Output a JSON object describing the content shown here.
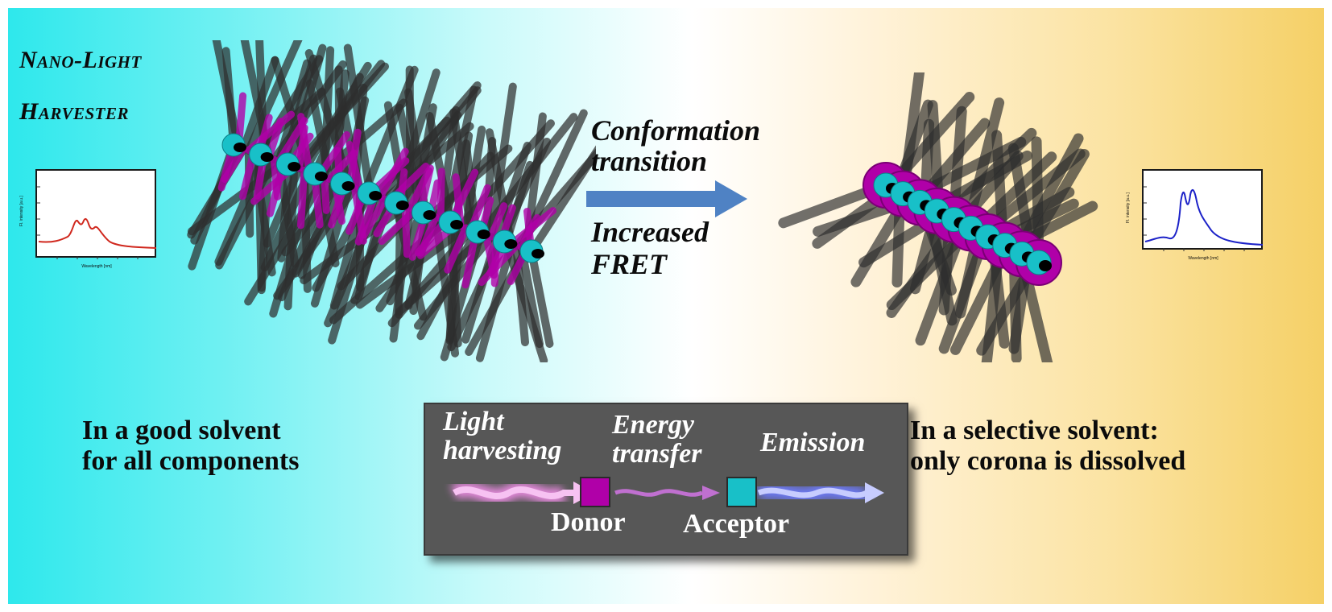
{
  "title": {
    "line1": "Nano-Light",
    "line2": "Harvester"
  },
  "arrow_labels": {
    "top1": "Conformation",
    "top2": "transition",
    "bottom1": "Increased",
    "bottom2": "FRET"
  },
  "left_caption": {
    "line1": "In a good solvent",
    "line2": "for all components"
  },
  "right_caption": {
    "line1": "In a selective solvent:",
    "line2": "only corona is dissolved"
  },
  "legend": {
    "step1_line1": "Light",
    "step1_line2": "harvesting",
    "step2_line1": "Energy",
    "step2_line2": "transfer",
    "step3": "Emission",
    "donor": "Donor",
    "acceptor": "Acceptor"
  },
  "spectra": {
    "y_label": "Fl. intensity [a.u.]",
    "x_label": "Wavelength [nm]",
    "left_color": "#d0281e",
    "right_color": "#1c22c8"
  },
  "colors": {
    "donor": "#b000a8",
    "acceptor": "#18c0c8",
    "corona": "#2e2e2e",
    "arrow": "#4f82c4"
  }
}
